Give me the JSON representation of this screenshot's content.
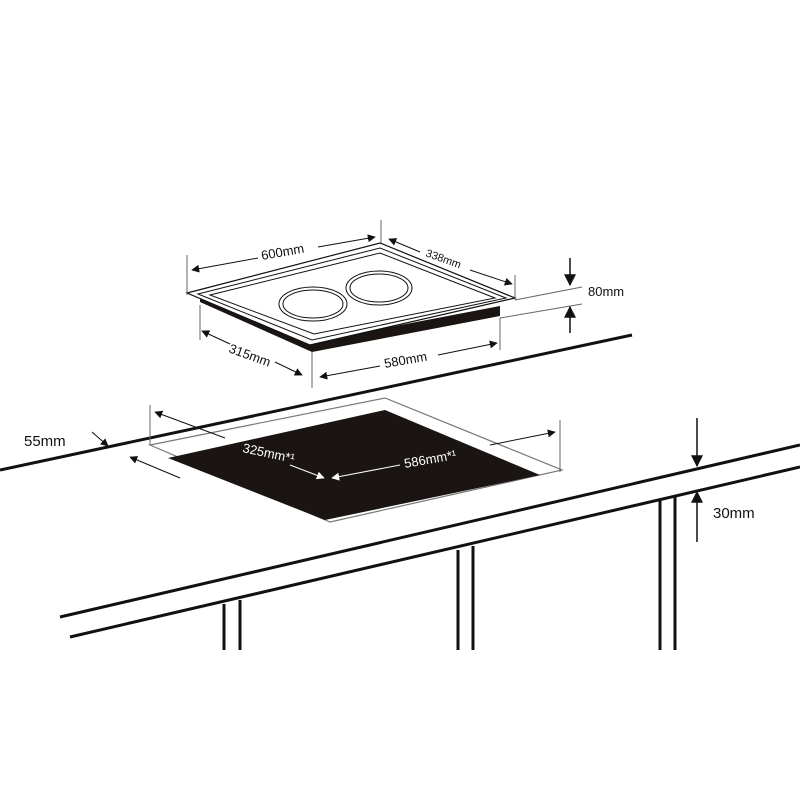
{
  "colors": {
    "ink": "#111111",
    "cutout": "#1a1412",
    "paper": "#ffffff"
  },
  "hob": {
    "width_label": "600mm",
    "depth_label": "338mm",
    "height_label": "80mm",
    "base_depth_label": "315mm",
    "base_width_label": "580mm"
  },
  "cutout": {
    "depth_label": "325mm*¹",
    "width_label": "586mm*¹",
    "edge_distance_label": "55mm"
  },
  "countertop": {
    "thickness_label": "30mm"
  }
}
